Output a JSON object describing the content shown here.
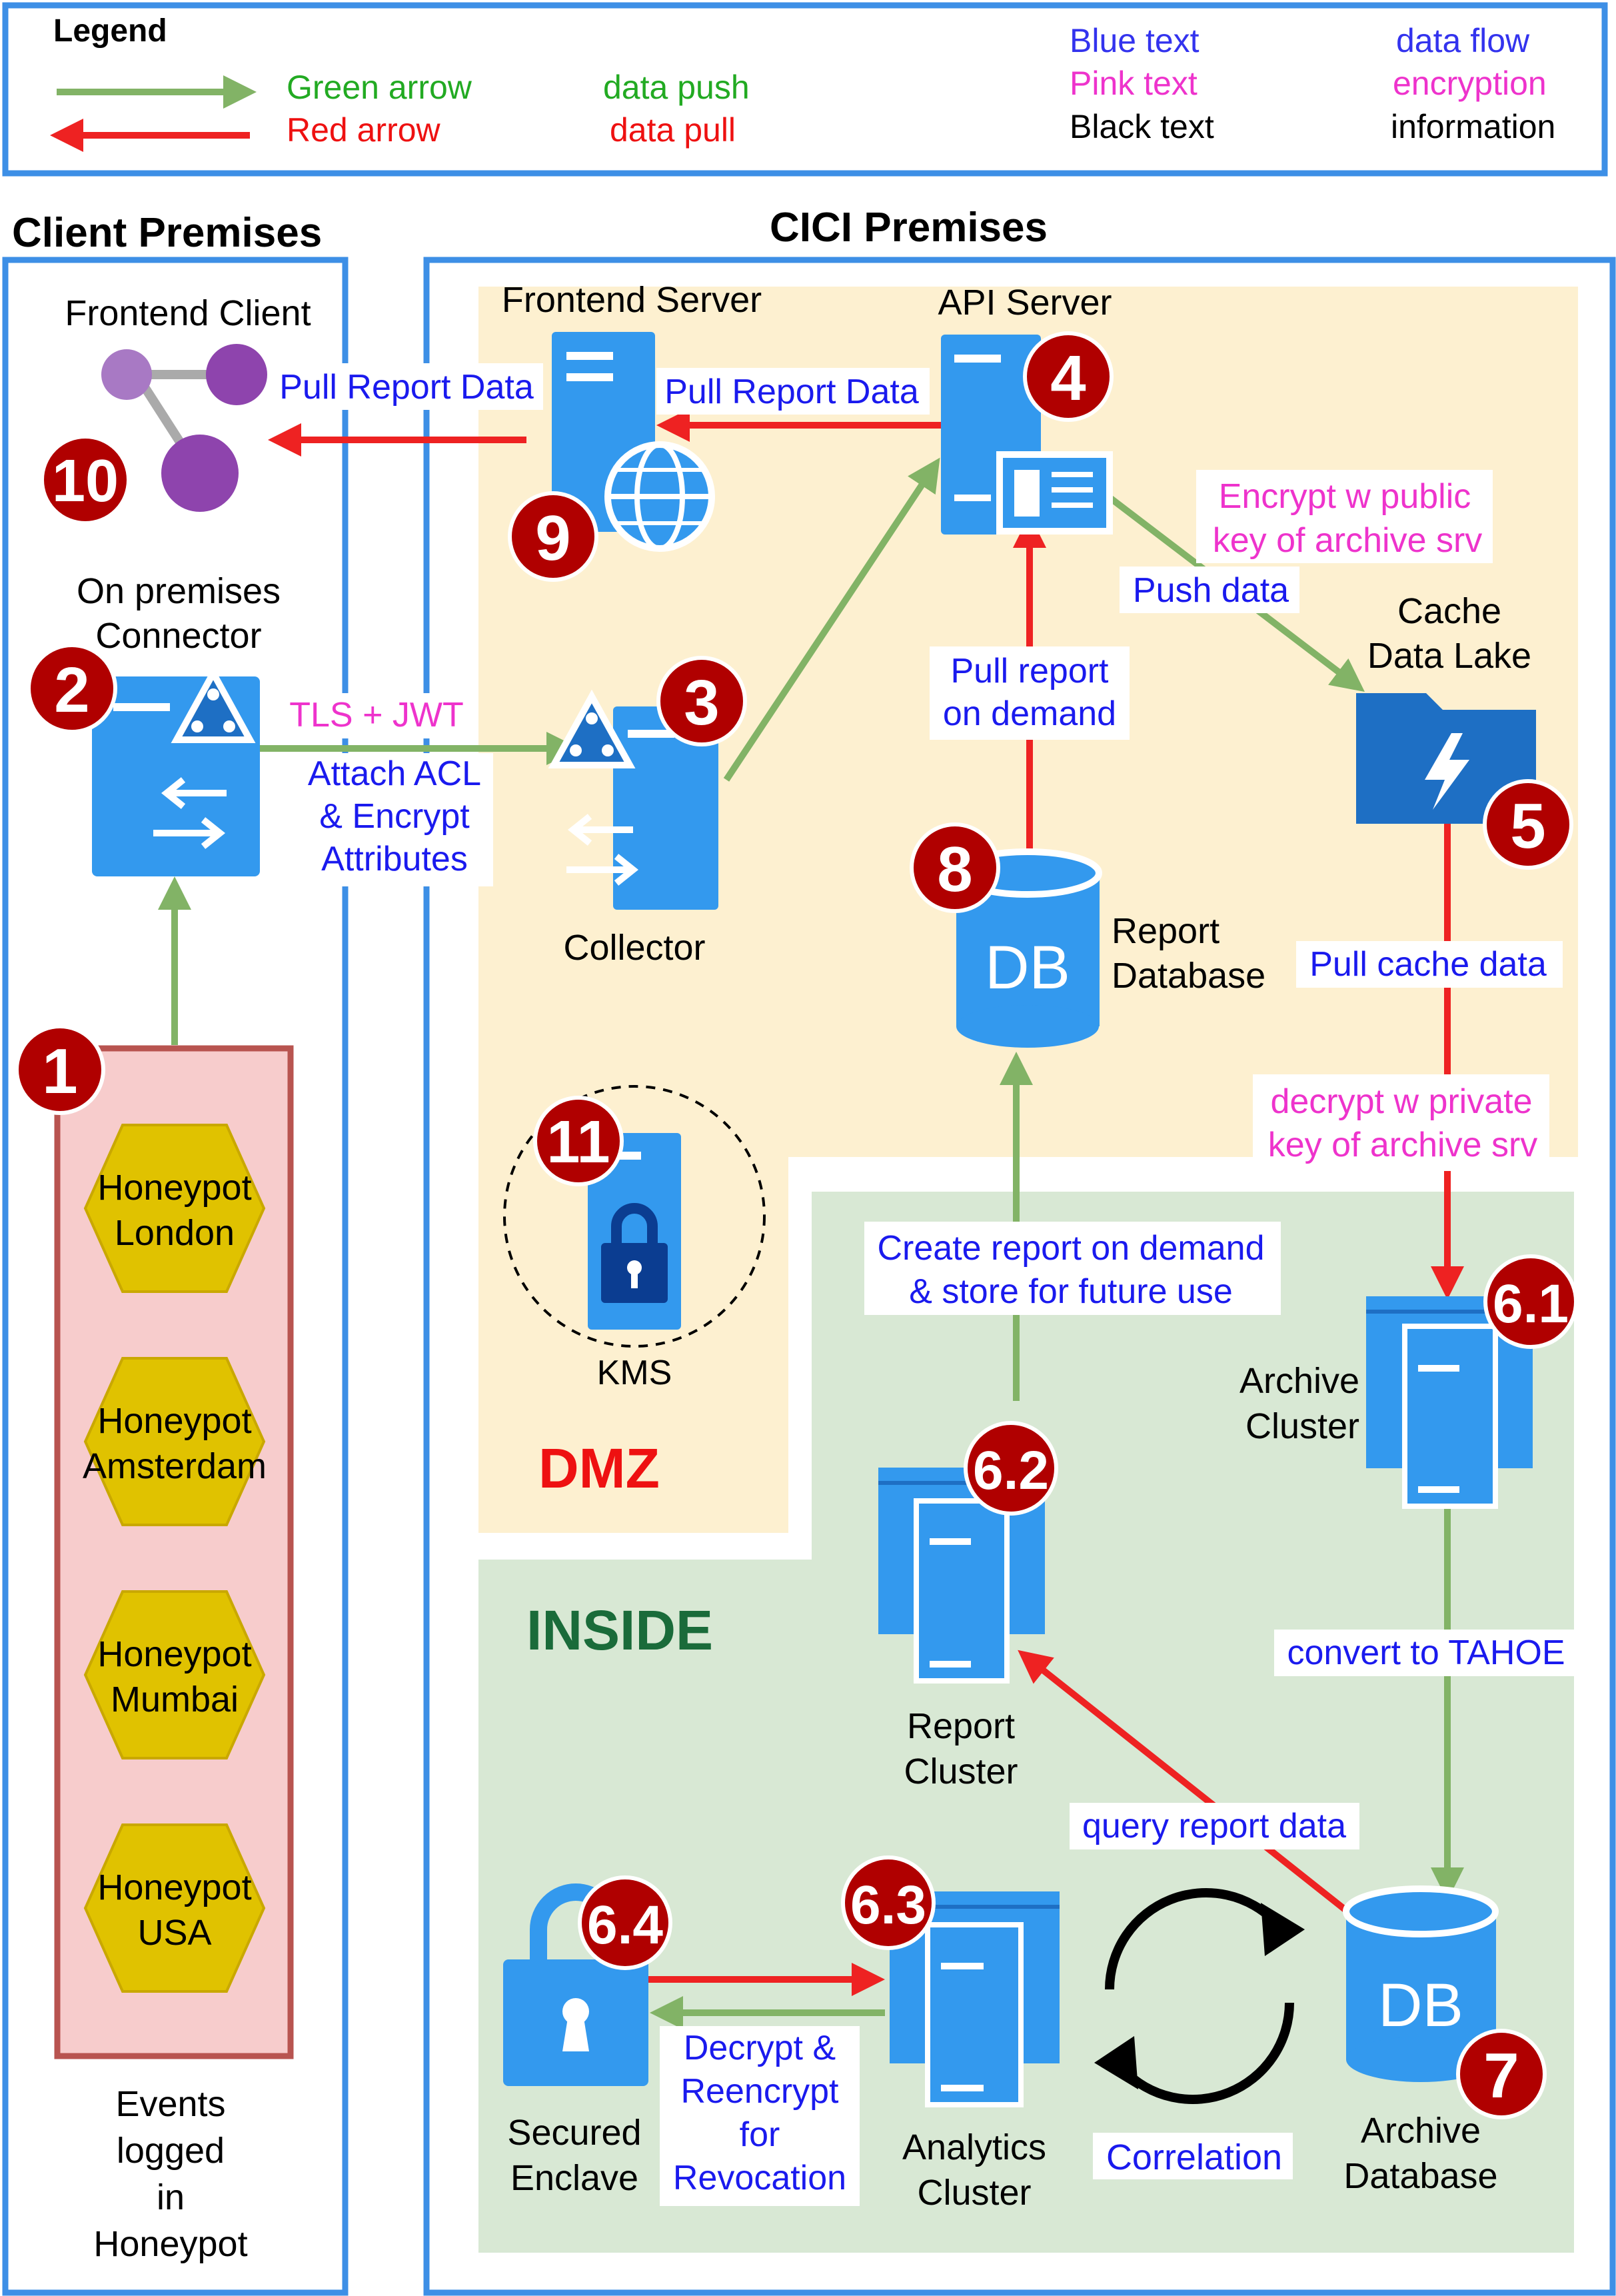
{
  "legend": {
    "title": "Legend",
    "green_arrow": "Green arrow",
    "data_push": "data push",
    "red_arrow": "Red arrow",
    "data_pull": "data pull",
    "blue_text": "Blue text",
    "data_flow": "data flow",
    "pink_text": "Pink text",
    "encryption": "encryption",
    "black_text": "Black text",
    "information": "information"
  },
  "sections": {
    "client_premises": "Client Premises",
    "cici_premises": "CICI Premises",
    "dmz": "DMZ",
    "inside": "INSIDE"
  },
  "nodes": {
    "frontend_client": "Frontend Client",
    "frontend_server": "Frontend Server",
    "api_server": "API Server",
    "connector_line1": "On premises",
    "connector_line2": "Connector",
    "collector": "Collector",
    "cache_line1": "Cache",
    "cache_line2": "Data Lake",
    "report_db_line1": "Report",
    "report_db_line2": "Database",
    "kms": "KMS",
    "archive_cluster_line1": "Archive",
    "archive_cluster_line2": "Cluster",
    "report_cluster_line1": "Report",
    "report_cluster_line2": "Cluster",
    "secured_enclave_line1": "Secured",
    "secured_enclave_line2": "Enclave",
    "analytics_cluster_line1": "Analytics",
    "analytics_cluster_line2": "Cluster",
    "archive_db_line1": "Archive",
    "archive_db_line2": "Database",
    "db_label": "DB",
    "events": [
      "Events",
      "logged",
      "in",
      "Honeypot"
    ]
  },
  "honeypots": [
    {
      "line1": "Honeypot",
      "line2": "London"
    },
    {
      "line1": "Honeypot",
      "line2": "Amsterdam"
    },
    {
      "line1": "Honeypot",
      "line2": "Mumbai"
    },
    {
      "line1": "Honeypot",
      "line2": "USA"
    }
  ],
  "badges": {
    "b1": "1",
    "b2": "2",
    "b3": "3",
    "b4": "4",
    "b5": "5",
    "b61": "6.1",
    "b62": "6.2",
    "b63": "6.3",
    "b64": "6.4",
    "b7": "7",
    "b8": "8",
    "b9": "9",
    "b10": "10",
    "b11": "11"
  },
  "labels": {
    "pull_report_data_1": "Pull Report Data",
    "pull_report_data_2": "Pull Report Data",
    "tls_jwt": "TLS + JWT",
    "attach_acl_1": "Attach ACL",
    "attach_acl_2": "& Encrypt",
    "attach_acl_3": "Attributes",
    "encrypt_public_1": "Encrypt w public",
    "encrypt_public_2": "key of archive srv",
    "push_data": "Push data",
    "pull_on_demand_1": "Pull report",
    "pull_on_demand_2": "on demand",
    "pull_cache_data": "Pull cache data",
    "decrypt_private_1": "decrypt w private",
    "decrypt_private_2": "key of archive srv",
    "create_report_1": "Create report on demand",
    "create_report_2": "& store for future use",
    "convert_tahoe": "convert to TAHOE",
    "query_report_data": "query report data",
    "decrypt_reencrypt_1": "Decrypt &",
    "decrypt_reencrypt_2": "Reencrypt",
    "decrypt_reencrypt_3": "for",
    "decrypt_reencrypt_4": "Revocation",
    "correlation": "Correlation"
  },
  "colors": {
    "frame_blue": "#3d8fe6",
    "dmz_fill": "#fdf0d0",
    "inside_fill": "#d8e8d4",
    "honeypot_panel": "#f7cccc",
    "honeypot_border": "#b85450",
    "hexagon_fill": "#e0c200",
    "hexagon_stroke": "#c9a800",
    "green_arrow": "#82b366",
    "red_arrow": "#ee2222",
    "badge": "#b00000",
    "icon_blue": "#3399ee",
    "icon_dark_blue": "#1e6fc4",
    "blue_text": "#1a1aee",
    "pink_text": "#ee33cc",
    "green_text": "#22aa22",
    "red_text": "#ee1111",
    "dmz_text": "#ee1111",
    "inside_text": "#1a6b3a",
    "client_node": "#9b59b6"
  }
}
